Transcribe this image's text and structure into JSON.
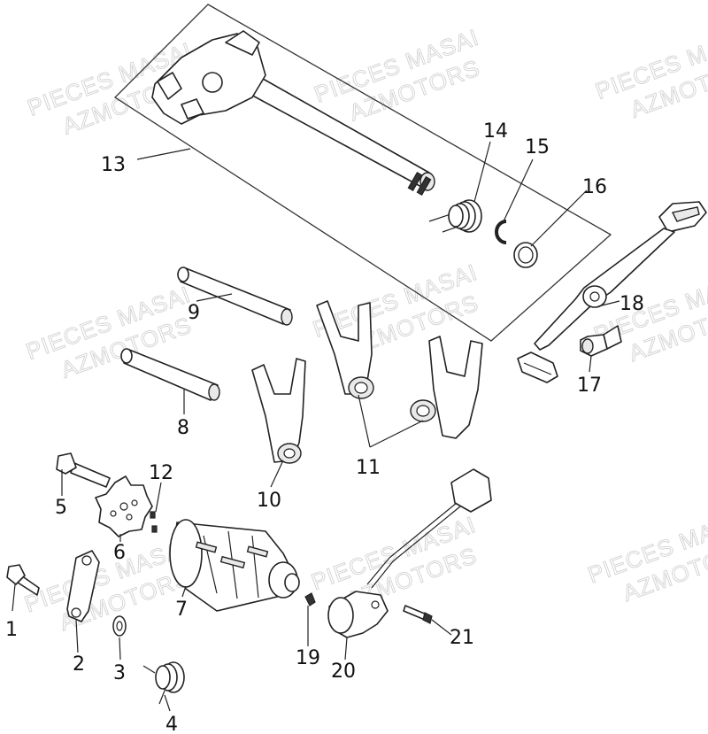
{
  "watermark": {
    "line1": "PIECES MASAI",
    "line2": "AZMOTORS"
  },
  "labels": {
    "p1": "1",
    "p2": "2",
    "p3": "3",
    "p4": "4",
    "p5": "5",
    "p6": "6",
    "p7": "7",
    "p8": "8",
    "p9": "9",
    "p10": "10",
    "p11": "11",
    "p12": "12",
    "p13": "13",
    "p14": "14",
    "p15": "15",
    "p16": "16",
    "p17": "17",
    "p18": "18",
    "p19": "19",
    "p20": "20",
    "p21": "21"
  }
}
